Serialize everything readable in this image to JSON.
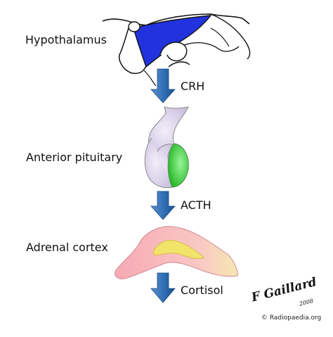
{
  "labels": {
    "hypothalamus": "Hypothalamus",
    "anterior_pituitary": "Anterior pituitary",
    "adrenal_cortex": "Adrenal cortex"
  },
  "hormones": {
    "crh": "CRH",
    "acth": "ACTH",
    "cortisol": "Cortisol"
  },
  "signature": {
    "author": "F Gaillard",
    "year": "2008",
    "credit": "© Radiopaedia.org"
  },
  "colors": {
    "hypothalamus_fill": "#2233dd",
    "pituitary_fill": "#d8d0e8",
    "pituitary_lobe_fill": "#2ec82e",
    "adrenal_outer_fill": "#f4b8c0",
    "adrenal_inner_fill": "#f2e36a",
    "arrow_fill": "#2f6db3"
  }
}
